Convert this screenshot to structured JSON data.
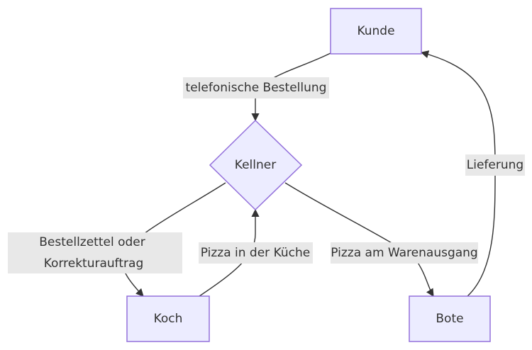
{
  "nodes": {
    "kunde": "Kunde",
    "kellner": "Kellner",
    "koch": "Koch",
    "bote": "Bote"
  },
  "edges": {
    "telefonische_bestellung": "telefonische Bestellung",
    "bestellzettel_line1": "Bestellzettel oder",
    "bestellzettel_line2": "Korrekturauftrag",
    "pizza_kueche": "Pizza in der Küche",
    "pizza_warenausgang": "Pizza am Warenausgang",
    "lieferung": "Lieferung"
  },
  "colors": {
    "node_fill": "#ececff",
    "node_stroke": "#9370db",
    "edge_label_bg": "#e8e8e8",
    "line": "#333333"
  }
}
